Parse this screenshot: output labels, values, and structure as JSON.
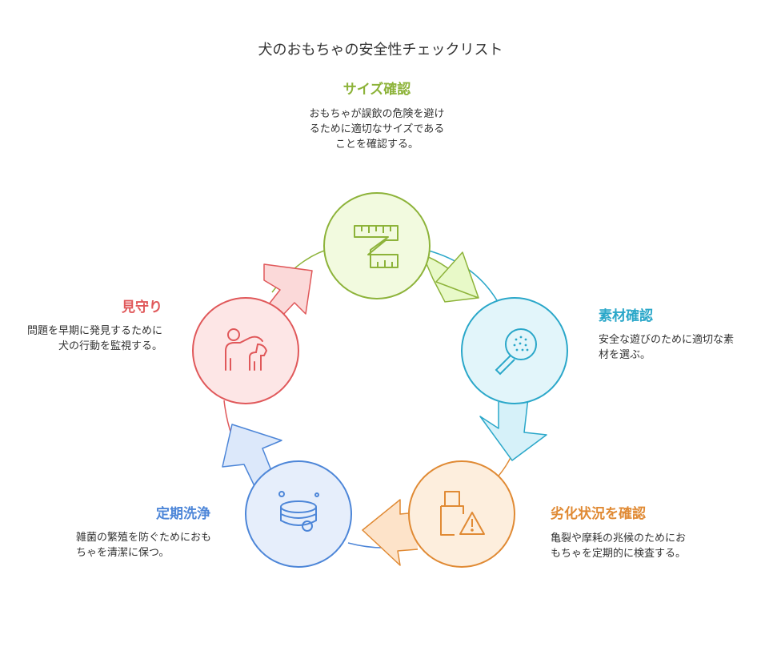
{
  "title": "犬のおもちゃの安全性チェックリスト",
  "steps": [
    {
      "title": "サイズ確認",
      "desc": "おもちゃが誤飲の危険を避けるために適切なサイズであることを確認する。",
      "icon": "ruler-icon",
      "color": "#8db33a",
      "fill": "#f2fadf"
    },
    {
      "title": "素材確認",
      "desc": "安全な遊びのために適切な素材を選ぶ。",
      "icon": "magnifier-icon",
      "color": "#2aa7c9",
      "fill": "#e2f5fa"
    },
    {
      "title": "劣化状況を確認",
      "desc": "亀裂や摩耗の兆候のためにおもちゃを定期的に検査する。",
      "icon": "usb-warning-icon",
      "color": "#e08a34",
      "fill": "#fdeedd"
    },
    {
      "title": "定期洗浄",
      "desc": "雑菌の繁殖を防ぐためにおもちゃを清潔に保つ。",
      "icon": "soap-icon",
      "color": "#4d86d8",
      "fill": "#e6eefb"
    },
    {
      "title": "見守り",
      "desc": "問題を早期に発見するために犬の行動を監視する。",
      "icon": "person-pet-icon",
      "color": "#e0585a",
      "fill": "#fde6e6"
    }
  ]
}
